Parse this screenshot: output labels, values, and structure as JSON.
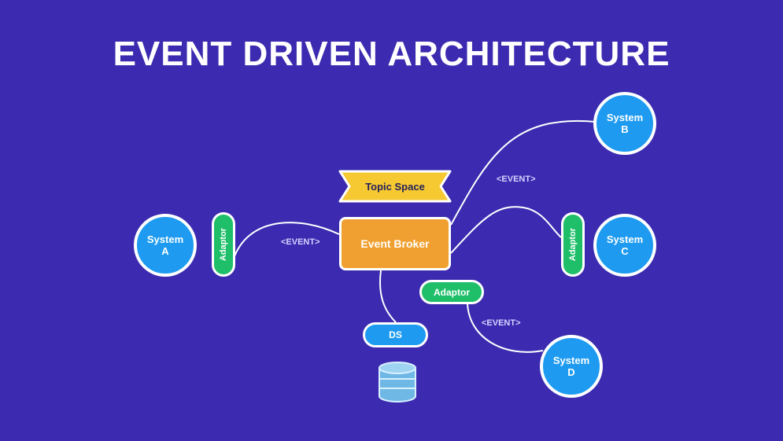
{
  "title": "EVENT DRIVEN ARCHITECTURE",
  "systems": {
    "a": "System\nA",
    "b": "System\nB",
    "c": "System\nC",
    "d": "System\nD"
  },
  "broker": "Event Broker",
  "topic_space": "Topic Space",
  "adaptor_label": "Adaptor",
  "ds_label": "DS",
  "event_label": "<EVENT>",
  "colors": {
    "background": "#3c2bb0",
    "system": "#1e9bf0",
    "broker": "#f0a030",
    "adaptor": "#1fbf6a",
    "topic_space": "#f6c832",
    "ds": "#1e9bf0",
    "connector": "#ffffff"
  },
  "icons": {
    "database": "database-icon"
  }
}
